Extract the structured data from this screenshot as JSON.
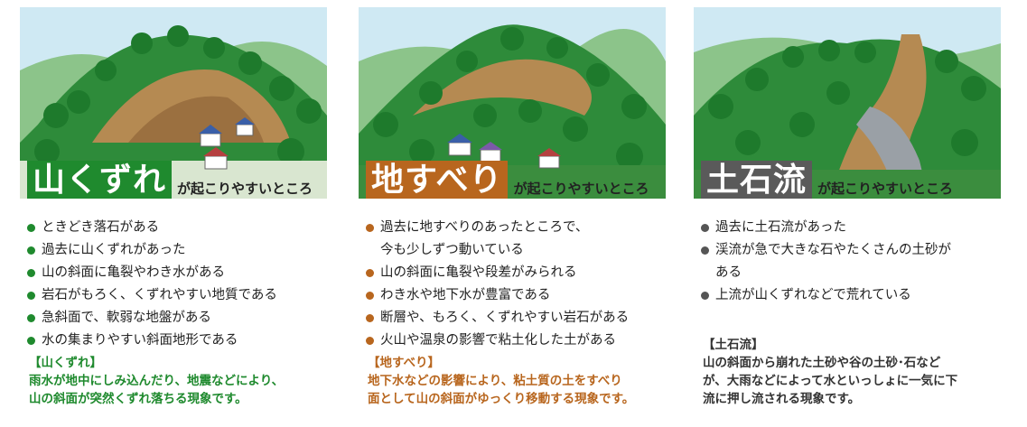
{
  "panels": [
    {
      "title": "山くずれ",
      "suffix": "が起こりやすいところ",
      "accent": "#1f8a2e",
      "title_bg": "#1f8a2e",
      "bullets": [
        [
          "ときどき落石がある"
        ],
        [
          "過去に山くずれがあった"
        ],
        [
          "山の斜面に亀裂やわき水がある"
        ],
        [
          "岩石がもろく、くずれやすい地質である"
        ],
        [
          "急斜面で、軟弱な地盤がある"
        ],
        [
          "水の集まりやすい斜面地形である"
        ]
      ],
      "note_title": "【山くずれ】",
      "note_lines": [
        "雨水が地中にしみ込んだり、地震などにより、",
        "山の斜面が突然くずれ落ちる現象です。"
      ]
    },
    {
      "title": "地すべり",
      "suffix": "が起こりやすいところ",
      "accent": "#b8661e",
      "title_bg": "#b8661e",
      "bullets": [
        [
          "過去に地すべりのあったところで、",
          "今も少しずつ動いている"
        ],
        [
          "山の斜面に亀裂や段差がみられる"
        ],
        [
          "わき水や地下水が豊富である"
        ],
        [
          "断層や、もろく、くずれやすい岩石がある"
        ],
        [
          "火山や温泉の影響で粘土化した土がある"
        ]
      ],
      "note_title": "【地すべり】",
      "note_lines": [
        "地下水などの影響により、粘土質の土をすべり",
        "面として山の斜面がゆっくり移動する現象です。"
      ]
    },
    {
      "title": "土石流",
      "suffix": "が起こりやすいところ",
      "accent": "#555555",
      "title_bg": "#5a5a5a",
      "bullets": [
        [
          "過去に土石流があった"
        ],
        [
          "渓流が急で大きな石やたくさんの土砂が",
          "ある"
        ],
        [
          "上流が山くずれなどで荒れている"
        ]
      ],
      "note_title": "【土石流】",
      "note_lines": [
        "山の斜面から崩れた土砂や谷の土砂･石など",
        "が、大雨などによって水といっしょに一気に下",
        "流に押し流される現象です。"
      ]
    }
  ]
}
